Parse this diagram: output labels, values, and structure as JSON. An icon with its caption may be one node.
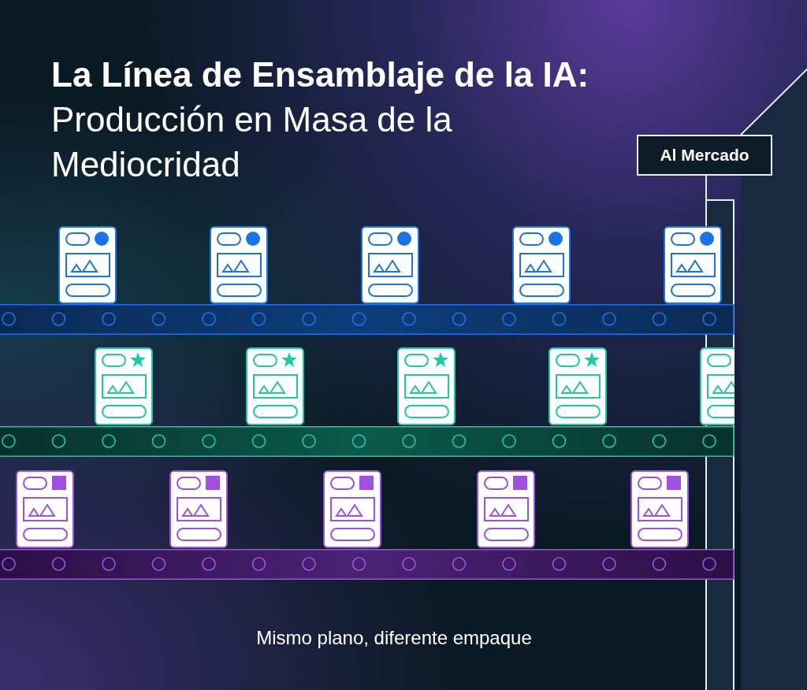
{
  "diagram": {
    "title": "**La Línea de Ensamblaje de la IA:** Producción en Masa de la Mediocridad",
    "caption": "Mismo plano, diferente empaque",
    "nodes": [
      {
        "text": [
          "Al Mercado"
        ]
      },
      {
        "text": [],
        "shape": "bar"
      }
    ],
    "edges": [
      {
        "from": 0,
        "to": 1,
        "arrow": "none"
      },
      {
        "from": 0,
        "to": null,
        "arrow": "none"
      }
    ]
  }
}
